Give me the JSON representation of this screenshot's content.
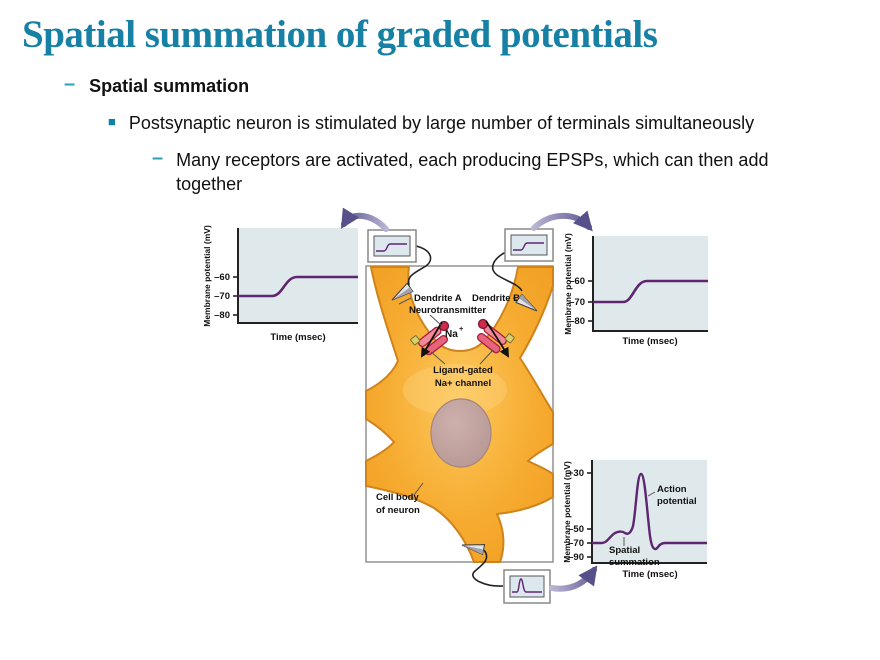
{
  "slide": {
    "title": "Spatial summation of graded potentials",
    "bullets": {
      "l1_marker": "–",
      "l1_text": "Spatial summation",
      "l2_marker": "■",
      "l2_text": "Postsynaptic neuron is stimulated by large number of terminals simultaneously",
      "l3_marker": "–",
      "l3_text": "Many receptors are activated, each producing EPSPs, which can then add together"
    }
  },
  "figure": {
    "graph_left": {
      "y_label": "Membrane potential (mV)",
      "x_label": "Time (msec)",
      "ticks": [
        "–60",
        "–70",
        "–80"
      ]
    },
    "graph_right": {
      "y_label": "Membrane potential (mV)",
      "x_label": "Time (msec)",
      "ticks": [
        "–60",
        "–70",
        "–80"
      ]
    },
    "graph_bottom": {
      "y_label": "Membrane potential (mV)",
      "x_label": "Time (msec)",
      "ticks": [
        "+30",
        "–50",
        "–70",
        "–90"
      ],
      "action_label_1": "Action",
      "action_label_2": "potential",
      "spatial_label_1": "Spatial",
      "spatial_label_2": "summation"
    },
    "labels": {
      "dendrite_a": "Dendrite A",
      "dendrite_b": "Dendrite B",
      "neurotransmitter": "Neurotransmitter",
      "na_base": "Na",
      "na_sup": "+",
      "ligand_1": "Ligand-gated",
      "ligand_2": "Na+ channel",
      "cell_body_1": "Cell body",
      "cell_body_2": "of neuron"
    }
  },
  "colors": {
    "title_teal": "#1780A5",
    "bullet_accent": "#2E9FB8",
    "bullet_square": "#0F81A6",
    "trace_purple": "#5E2570",
    "arrow_purple": "#736CA0",
    "graph_background": "#DFE9EC",
    "neuron_orange": "#F5A82C",
    "neuron_outline": "#CF831A",
    "nucleus_mauve": "#C2A3A0",
    "channel_pink": "#EC7F93",
    "channel_crimson": "#A81F3D",
    "neurotransmitter_red": "#CF2B4B"
  },
  "chart_data": [
    {
      "type": "line",
      "position": "left",
      "xlabel": "Time (msec)",
      "ylabel": "Membrane potential (mV)",
      "y_ticks": [
        -60,
        -70,
        -80
      ],
      "ylim": [
        -85,
        -50
      ],
      "x": [
        0,
        1,
        2,
        3,
        3.5,
        4,
        5,
        6,
        7,
        8
      ],
      "values": [
        -70,
        -70,
        -70,
        -70,
        -65,
        -60,
        -60,
        -60,
        -60,
        -60
      ]
    },
    {
      "type": "line",
      "position": "right-top",
      "xlabel": "Time (msec)",
      "ylabel": "Membrane potential (mV)",
      "y_ticks": [
        -60,
        -70,
        -80
      ],
      "ylim": [
        -85,
        -50
      ],
      "x": [
        0,
        1,
        2,
        3,
        3.5,
        4,
        5,
        6,
        7,
        8
      ],
      "values": [
        -70,
        -70,
        -70,
        -70,
        -65,
        -60,
        -60,
        -60,
        -60,
        -60
      ]
    },
    {
      "type": "line",
      "position": "right-bottom",
      "xlabel": "Time (msec)",
      "ylabel": "Membrane potential (mV)",
      "y_ticks": [
        30,
        -50,
        -70,
        -90
      ],
      "ylim": [
        -90,
        40
      ],
      "x": [
        0,
        1,
        1.5,
        2,
        2.4,
        2.8,
        3.1,
        3.4,
        3.7,
        4.2,
        5,
        8
      ],
      "values": [
        -70,
        -70,
        -62,
        -55,
        -54,
        -30,
        30,
        -40,
        -78,
        -70,
        -70,
        -70
      ],
      "annotations": [
        "Spatial summation",
        "Action potential"
      ]
    }
  ]
}
